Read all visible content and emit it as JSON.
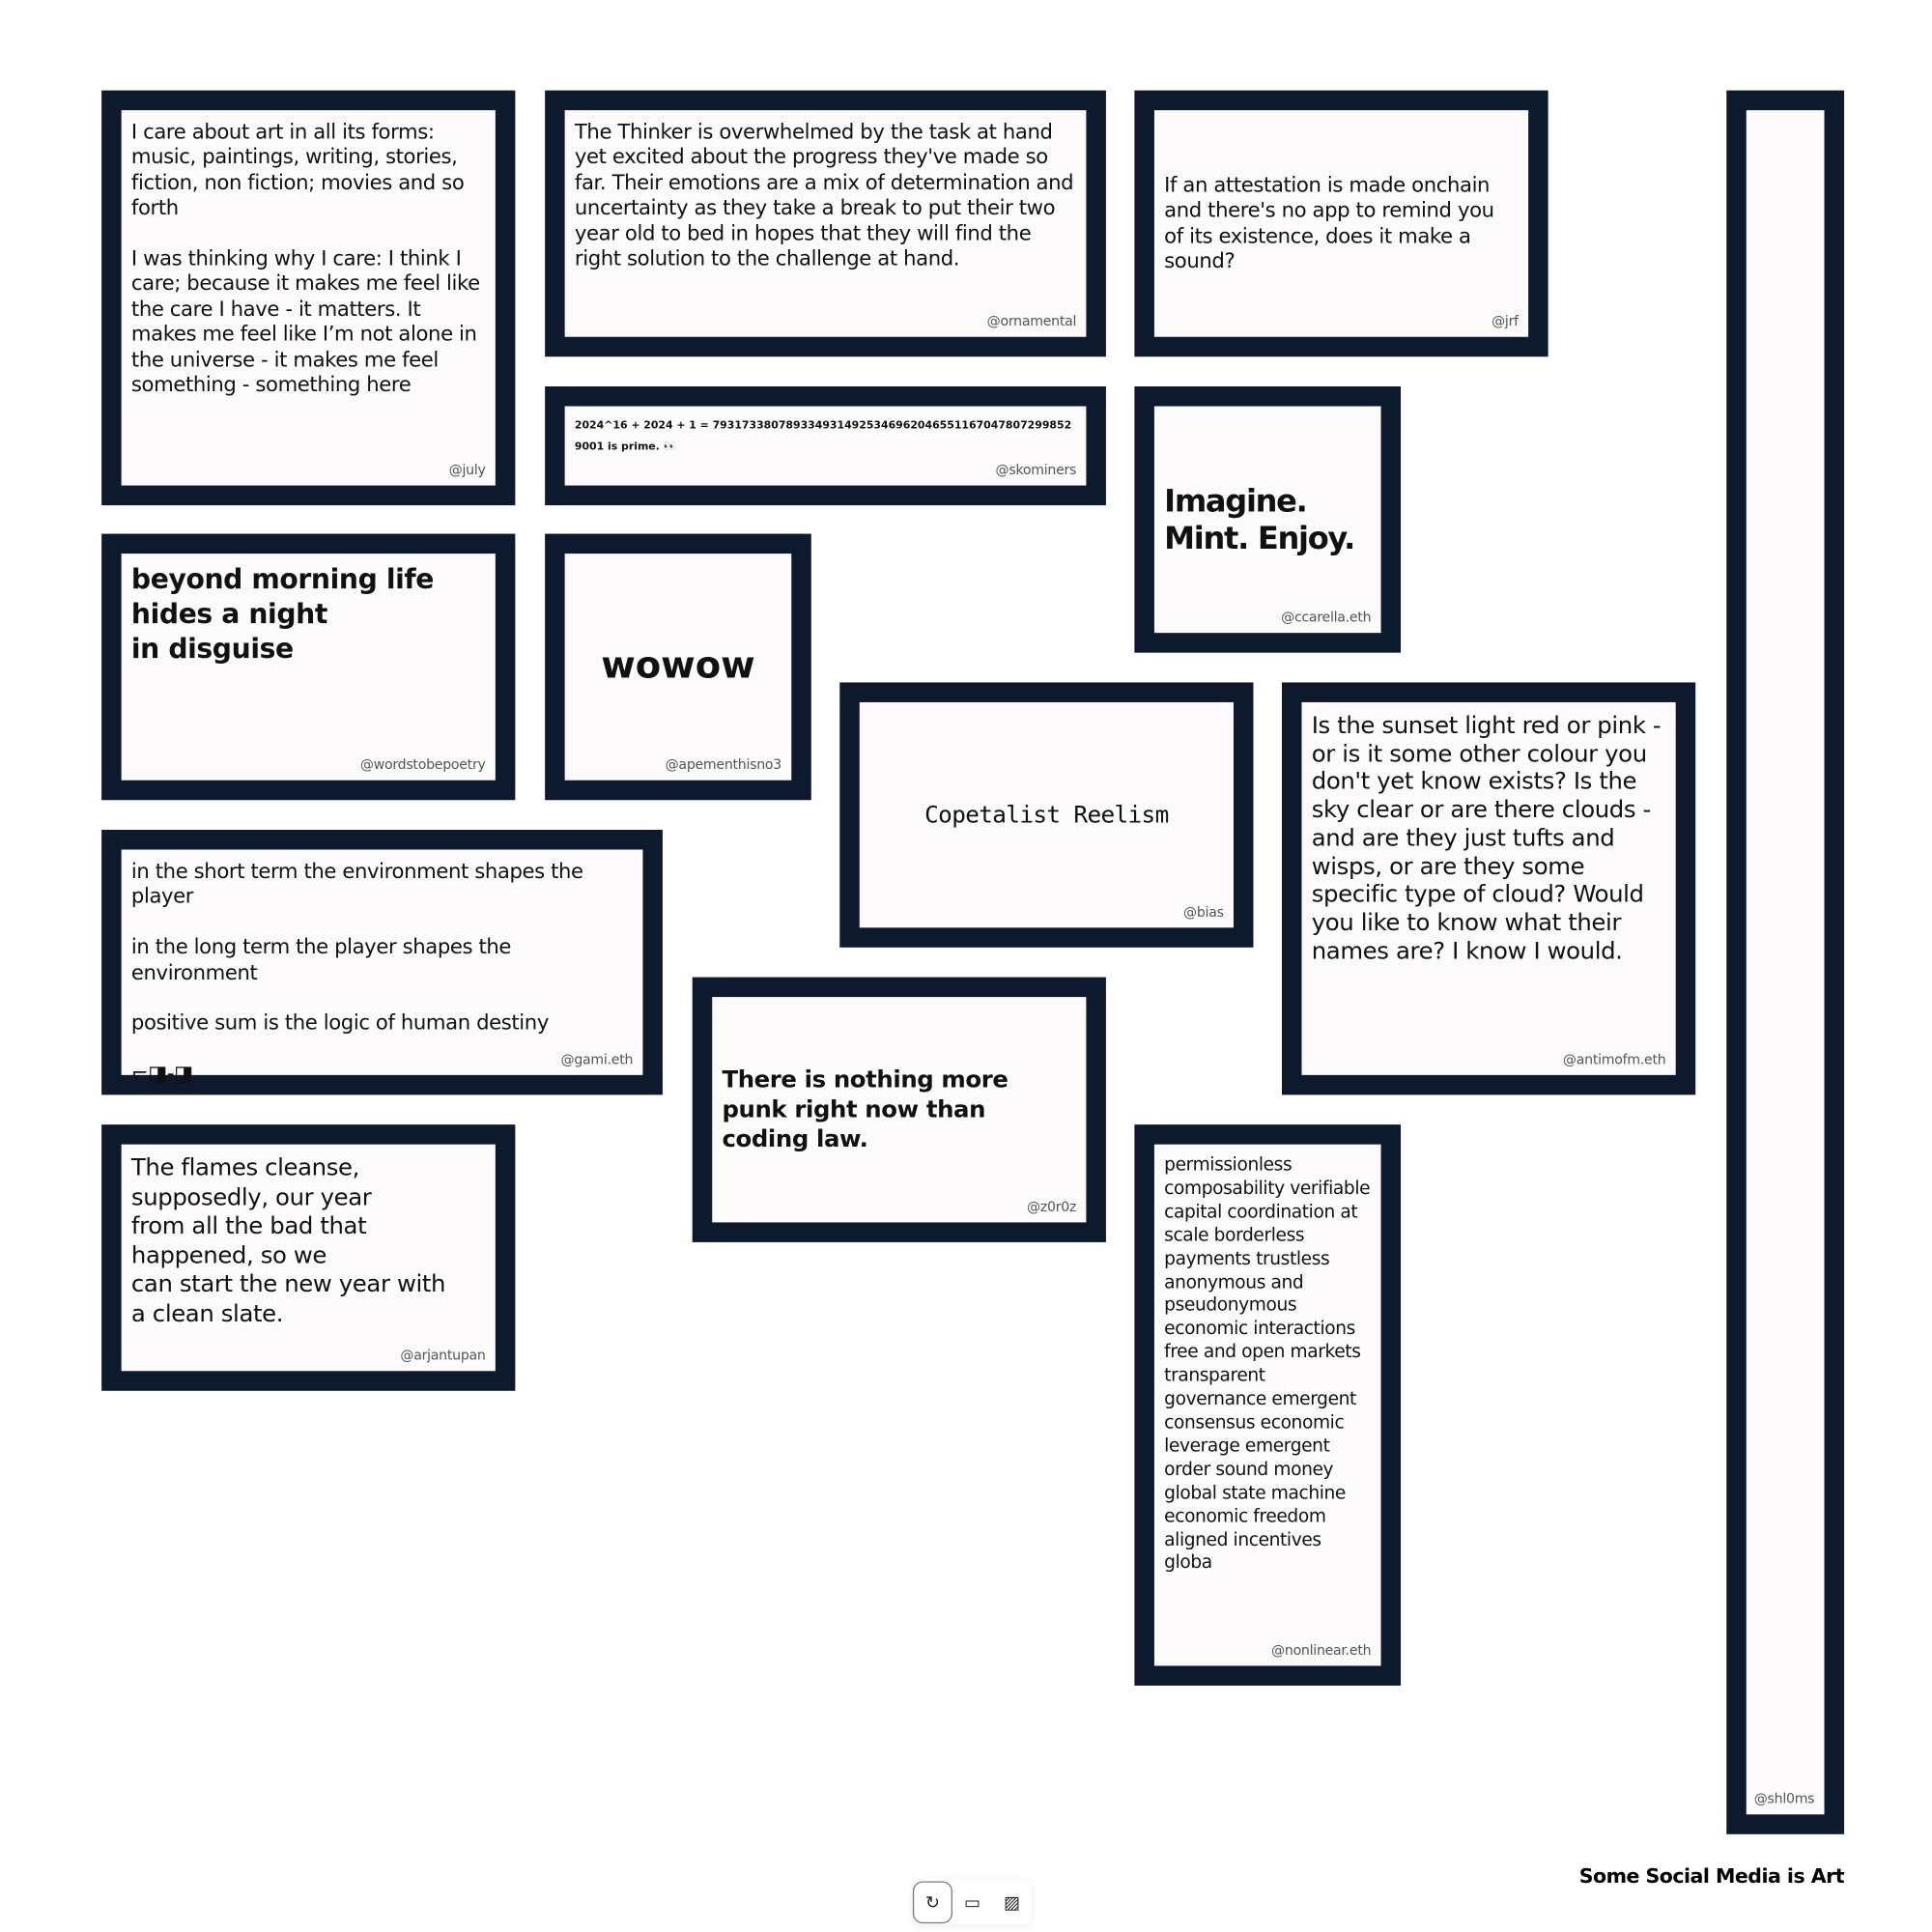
{
  "page_title": "Some Social Media is Art",
  "toolbar": {
    "buttons": [
      {
        "icon": "refresh-icon",
        "glyph": "↻"
      },
      {
        "icon": "monitor-icon",
        "glyph": "▭"
      },
      {
        "icon": "image-icon",
        "glyph": "▨"
      }
    ]
  },
  "colors": {
    "card_border": "#0d1a2d",
    "card_bg": "#fcfafb"
  },
  "cards": [
    {
      "handle": "@july",
      "text": "I care about art in all its forms: music, paintings, writing, stories, fiction, non fiction; movies and so forth\n\nI was thinking why I care: I think I care; because it makes me feel like the care I have - it matters. It makes me feel like I’m not alone in the universe - it makes me feel something - something here"
    },
    {
      "handle": "@ornamental",
      "text": "The Thinker is overwhelmed by the task at hand yet excited about the progress they've made so far. Their emotions are a mix of determination and uncertainty as they take a break to put their two year old to bed in hopes that they will find the right solution to the challenge at hand."
    },
    {
      "handle": "@jrf",
      "text": "If an attestation is made onchain and there's no app to remind you of its existence, does it make a sound?"
    },
    {
      "handle": "@shl0ms",
      "text": ""
    },
    {
      "handle": "@skominers",
      "text": "2024^16 + 2024 + 1 = 793173380789334931492534696204655116704780729985290​01 is prime. 👀"
    },
    {
      "handle": "@ccarella.eth",
      "text": "Imagine.\nMint. Enjoy."
    },
    {
      "handle": "@wordstobepoetry",
      "text": "beyond morning life\nhides a night\nin disguise"
    },
    {
      "handle": "@apementhisno3",
      "text": "wowow"
    },
    {
      "handle": "@bias",
      "text": "Copetalist Reelism"
    },
    {
      "handle": "@antimofm.eth",
      "text": "Is the sunset light red or pink - or is it some other colour you don't yet know exists? Is the sky clear or are there clouds - and are they just tufts and wisps, or are they some specific type of cloud? Would you like to know what their names are? I know I would."
    },
    {
      "handle": "@gami.eth",
      "text": "in the short term the environment shapes the player\n\nin the long term the player shapes the environment\n\npositive sum is the logic of human destiny\n\n⌐◨-◨"
    },
    {
      "handle": "@z0r0z",
      "text": "There is nothing more punk right now than coding law."
    },
    {
      "handle": "@arjantupan",
      "text": "The flames cleanse,\nsupposedly, our year\nfrom all the bad that\nhappened, so we\ncan start the new year with\na clean slate."
    },
    {
      "handle": "@nonlinear.eth",
      "text": "permissionless composability verifiable capital coordination at scale borderless payments trustless anonymous and pseudonymous economic interactions free and open markets transparent governance emergent consensus economic leverage emergent order sound money global state machine economic freedom aligned incentives globa"
    }
  ]
}
